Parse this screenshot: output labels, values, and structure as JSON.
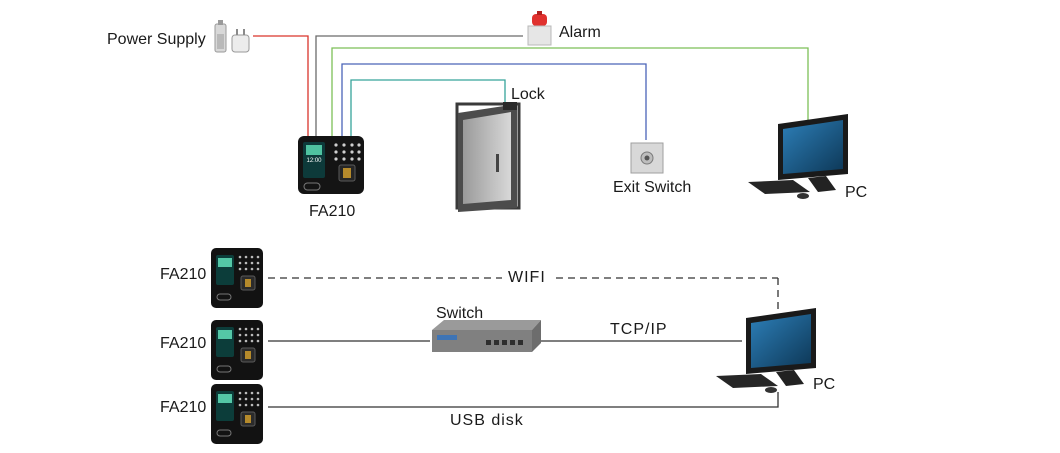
{
  "top": {
    "power_supply_label": "Power Supply",
    "alarm_label": "Alarm",
    "lock_label": "Lock",
    "exit_switch_label": "Exit Switch",
    "pc_label": "PC",
    "device_label": "FA210"
  },
  "bottom": {
    "devices": [
      {
        "label": "FA210",
        "link": "WIFI"
      },
      {
        "label": "FA210",
        "link": "TCP/IP"
      },
      {
        "label": "FA210",
        "link": "USB disk"
      }
    ],
    "switch_label": "Switch",
    "pc_label": "PC"
  },
  "device_screen_time": "12:00",
  "colors": {
    "power_wire": "#d9342b",
    "alarm_wire": "#6b6b6b",
    "pc_wire": "#7cbf58",
    "exit_wire": "#4a63b8",
    "lock_wire": "#36a39a",
    "link_line": "#333333"
  }
}
